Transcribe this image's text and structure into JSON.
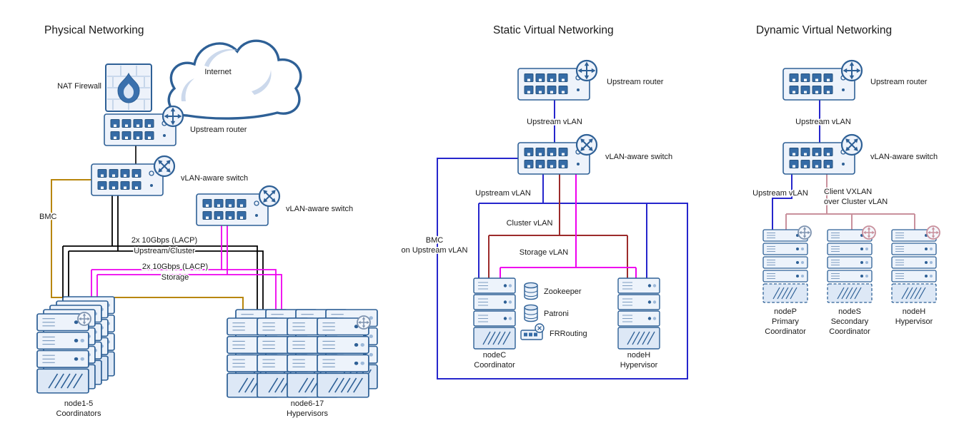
{
  "sections": {
    "physical": {
      "title": "Physical Networking",
      "labels": {
        "internet": "Internet",
        "nat_firewall": "NAT Firewall",
        "upstream_router": "Upstream router",
        "vlan_switch_1": "vLAN-aware switch",
        "vlan_switch_2": "vLAN-aware switch",
        "bmc": "BMC",
        "lacp_upstream_l1": "2x 10Gbps (LACP)",
        "lacp_upstream_l2": "Upstream/Cluster",
        "lacp_storage_l1": "2x 10Gbps (LACP)",
        "lacp_storage_l2": "Storage",
        "coordinators_l1": "node1-5",
        "coordinators_l2": "Coordinators",
        "hypervisors_l1": "node6-17",
        "hypervisors_l2": "Hypervisors"
      }
    },
    "static_virtual": {
      "title": "Static Virtual Networking",
      "labels": {
        "upstream_router": "Upstream router",
        "upstream_vlan_link": "Upstream vLAN",
        "vlan_switch": "vLAN-aware switch",
        "upstream_vlan": "Upstream vLAN",
        "cluster_vlan": "Cluster vLAN",
        "storage_vlan": "Storage vLAN",
        "bmc_l1": "BMC",
        "bmc_l2": "on Upstream vLAN",
        "zookeeper": "Zookeeper",
        "patroni": "Patroni",
        "frrouting": "FRRouting",
        "nodec_l1": "nodeC",
        "nodec_l2": "Coordinator",
        "nodeh_l1": "nodeH",
        "nodeh_l2": "Hypervisor"
      }
    },
    "dynamic_virtual": {
      "title": "Dynamic Virtual Networking",
      "labels": {
        "upstream_router": "Upstream router",
        "upstream_vlan_link": "Upstream vLAN",
        "vlan_switch": "vLAN-aware switch",
        "upstream_vlan": "Upstream vLAN",
        "client_vxlan_l1": "Client VXLAN",
        "client_vxlan_l2": "over Cluster vLAN",
        "nodep_l1": "nodeP",
        "nodep_l2": "Primary",
        "nodep_l3": "Coordinator",
        "nodes_l1": "nodeS",
        "nodes_l2": "Secondary",
        "nodes_l3": "Coordinator",
        "nodeh_l1": "nodeH",
        "nodeh_l2": "Hypervisor"
      }
    }
  },
  "palette": {
    "device_stroke": "#2e6096",
    "device_fill": "#eef3fb",
    "line_plain": "#000000",
    "line_bmc": "#b8860b",
    "line_storage": "#ee00ee",
    "line_upstream_vlan": "#2626cc",
    "line_cluster_vlan": "#9c2b2b",
    "line_client_vxlan": "#c9909c"
  }
}
